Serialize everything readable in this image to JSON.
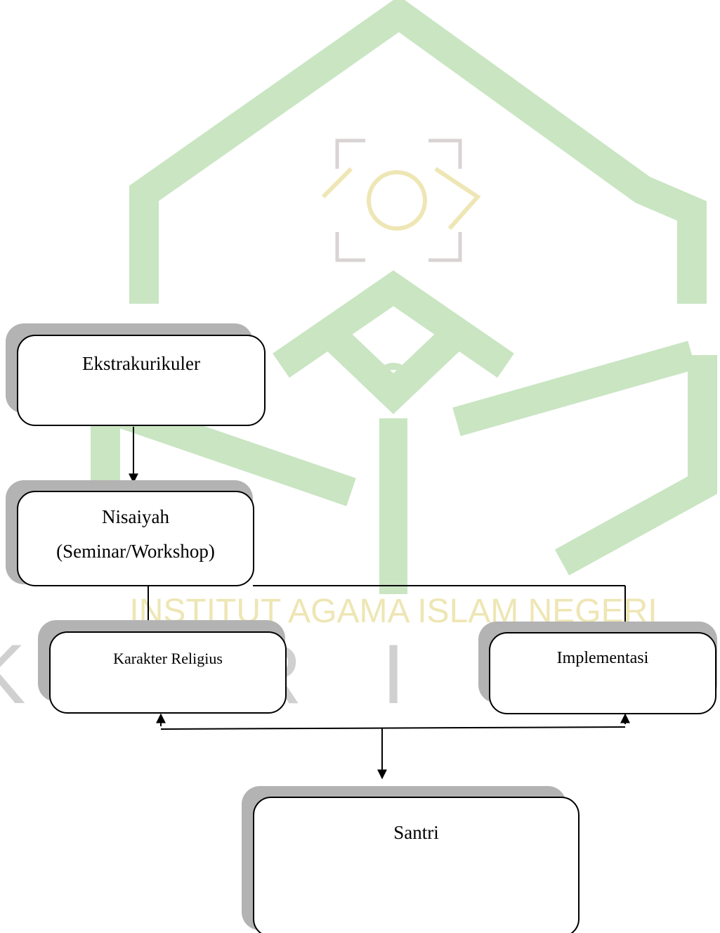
{
  "watermark": {
    "color": "#c9e5c2",
    "text_color": "#eee6b4",
    "bottom_text": "INSTITUT AGAMA ISLAM NEGERI",
    "big_letters": "K E R I N C I"
  },
  "nodes": {
    "ekstrakurikuler": {
      "label": "Ekstrakurikuler"
    },
    "nisaiyah": {
      "line1": "Nisaiyah",
      "line2": "(Seminar/Workshop)"
    },
    "karakter_religius": {
      "label": "Karakter Religius"
    },
    "implementasi": {
      "label": "Implementasi"
    },
    "santri": {
      "label": "Santri"
    }
  },
  "colors": {
    "box_border": "#000000",
    "box_shadow": "#b3b3b3",
    "connector": "#000000"
  }
}
